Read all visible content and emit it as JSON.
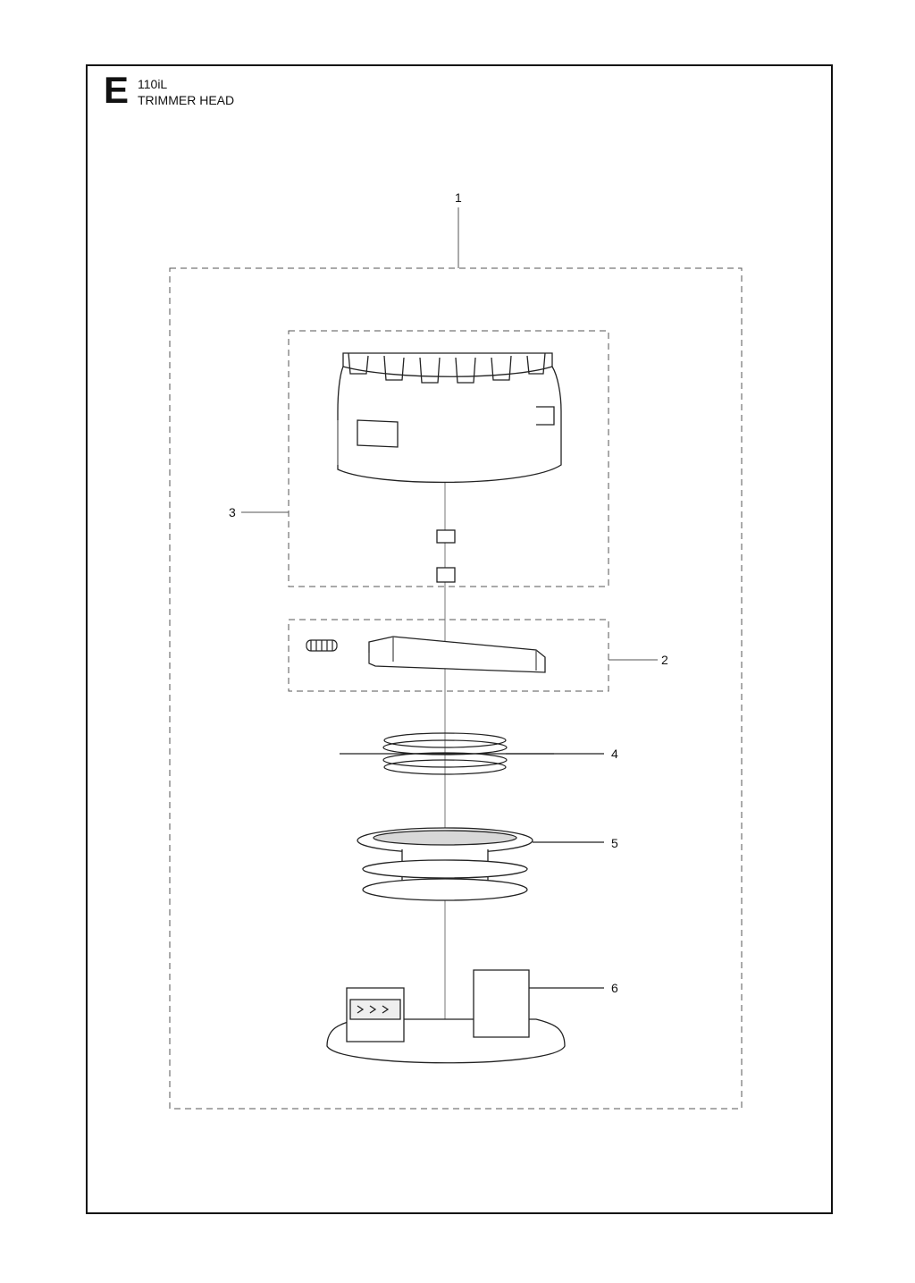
{
  "header": {
    "section_letter": "E",
    "model": "110iL",
    "title": "TRIMMER HEAD"
  },
  "callouts": [
    {
      "id": "1",
      "label": "1"
    },
    {
      "id": "2",
      "label": "2"
    },
    {
      "id": "3",
      "label": "3"
    },
    {
      "id": "4",
      "label": "4"
    },
    {
      "id": "5",
      "label": "5"
    },
    {
      "id": "6",
      "label": "6"
    }
  ]
}
